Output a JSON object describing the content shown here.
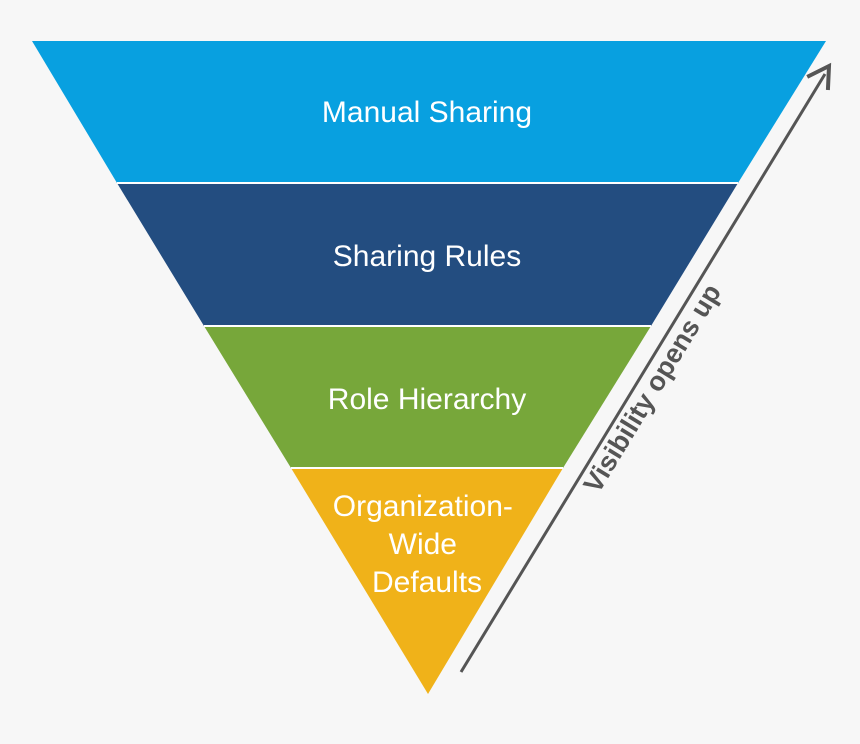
{
  "funnel": {
    "layers": [
      {
        "label_lines": [
          "Manual Sharing"
        ],
        "color": "#08a0e0"
      },
      {
        "label_lines": [
          "Sharing Rules"
        ],
        "color": "#234d80"
      },
      {
        "label_lines": [
          "Role Hierarchy"
        ],
        "color": "#77a73a"
      },
      {
        "label_lines": [
          "Organization-",
          "Wide",
          "Defaults"
        ],
        "color": "#f0b219"
      }
    ],
    "separator_color": "#ffffff"
  },
  "arrow": {
    "label": "Visibility opens up",
    "color": "#555555"
  }
}
